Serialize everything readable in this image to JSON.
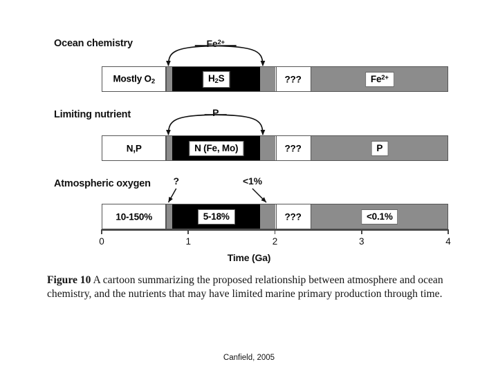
{
  "figure": {
    "caption_label": "Figure 10",
    "caption_text": "A cartoon summarizing the proposed relationship between atmosphere and ocean chemistry, and the nutrients that may have limited marine primary production through time.",
    "credit": "Canfield, 2005"
  },
  "axis": {
    "title": "Time (Ga)",
    "ticks": [
      "0",
      "1",
      "2",
      "3",
      "4"
    ],
    "min": 0,
    "max": 4
  },
  "colors": {
    "oxic_white": "#ffffff",
    "transition_gray": "#8c8c8c",
    "euxinic_black": "#000000",
    "outline": "#555555",
    "text": "#111111"
  },
  "rows": [
    {
      "label": "Ocean chemistry",
      "segments": [
        {
          "name": "mostly-o2",
          "start": 0.0,
          "end": 0.73,
          "fill": "white",
          "label": "Mostly O₂",
          "boxed": false
        },
        {
          "name": "transition-1",
          "start": 0.73,
          "end": 0.81,
          "fill": "gray",
          "label": "",
          "boxed": false
        },
        {
          "name": "h2s",
          "start": 0.81,
          "end": 1.82,
          "fill": "black",
          "label": "H₂S",
          "boxed": true
        },
        {
          "name": "transition-2",
          "start": 1.82,
          "end": 2.0,
          "fill": "gray",
          "label": "",
          "boxed": false
        },
        {
          "name": "unknown",
          "start": 2.0,
          "end": 2.4,
          "fill": "white",
          "label": "???",
          "boxed": false
        },
        {
          "name": "fe2plus",
          "start": 2.4,
          "end": 4.0,
          "fill": "gray",
          "label": "Fe2+",
          "boxed": true
        }
      ],
      "annotation": {
        "type": "bracket",
        "label": "Fe2+",
        "from": 0.77,
        "to": 1.86
      }
    },
    {
      "label": "Limiting nutrient",
      "segments": [
        {
          "name": "n-p",
          "start": 0.0,
          "end": 0.73,
          "fill": "white",
          "label": "N,P",
          "boxed": false
        },
        {
          "name": "transition-1",
          "start": 0.73,
          "end": 0.81,
          "fill": "gray",
          "label": "",
          "boxed": false
        },
        {
          "name": "n-fe-mo",
          "start": 0.81,
          "end": 1.82,
          "fill": "black",
          "label": "N (Fe, Mo)",
          "boxed": true
        },
        {
          "name": "transition-2",
          "start": 1.82,
          "end": 2.0,
          "fill": "gray",
          "label": "",
          "boxed": false
        },
        {
          "name": "unknown",
          "start": 2.0,
          "end": 2.4,
          "fill": "white",
          "label": "???",
          "boxed": false
        },
        {
          "name": "phosphorus",
          "start": 2.4,
          "end": 4.0,
          "fill": "gray",
          "label": "P",
          "boxed": true
        }
      ],
      "annotation": {
        "type": "bracket",
        "label": "P",
        "from": 0.77,
        "to": 1.86
      }
    },
    {
      "label": "Atmospheric oxygen",
      "segments": [
        {
          "name": "o2-10-150",
          "start": 0.0,
          "end": 0.73,
          "fill": "white",
          "label": "10-150%",
          "boxed": false
        },
        {
          "name": "transition-1",
          "start": 0.73,
          "end": 0.81,
          "fill": "gray",
          "label": "",
          "boxed": false
        },
        {
          "name": "o2-5-18",
          "start": 0.81,
          "end": 1.82,
          "fill": "black",
          "label": "5-18%",
          "boxed": true
        },
        {
          "name": "transition-2",
          "start": 1.82,
          "end": 2.0,
          "fill": "gray",
          "label": "",
          "boxed": false
        },
        {
          "name": "unknown",
          "start": 2.0,
          "end": 2.4,
          "fill": "white",
          "label": "???",
          "boxed": false
        },
        {
          "name": "o2-lt-01",
          "start": 2.4,
          "end": 4.0,
          "fill": "gray",
          "label": "<0.1%",
          "boxed": true
        }
      ],
      "callouts": [
        {
          "name": "question-mark",
          "label": "?",
          "target": 0.77,
          "text_at": 0.86
        },
        {
          "name": "less-than-1pct",
          "label": "<1%",
          "target": 1.9,
          "text_at": 1.74
        }
      ]
    }
  ]
}
